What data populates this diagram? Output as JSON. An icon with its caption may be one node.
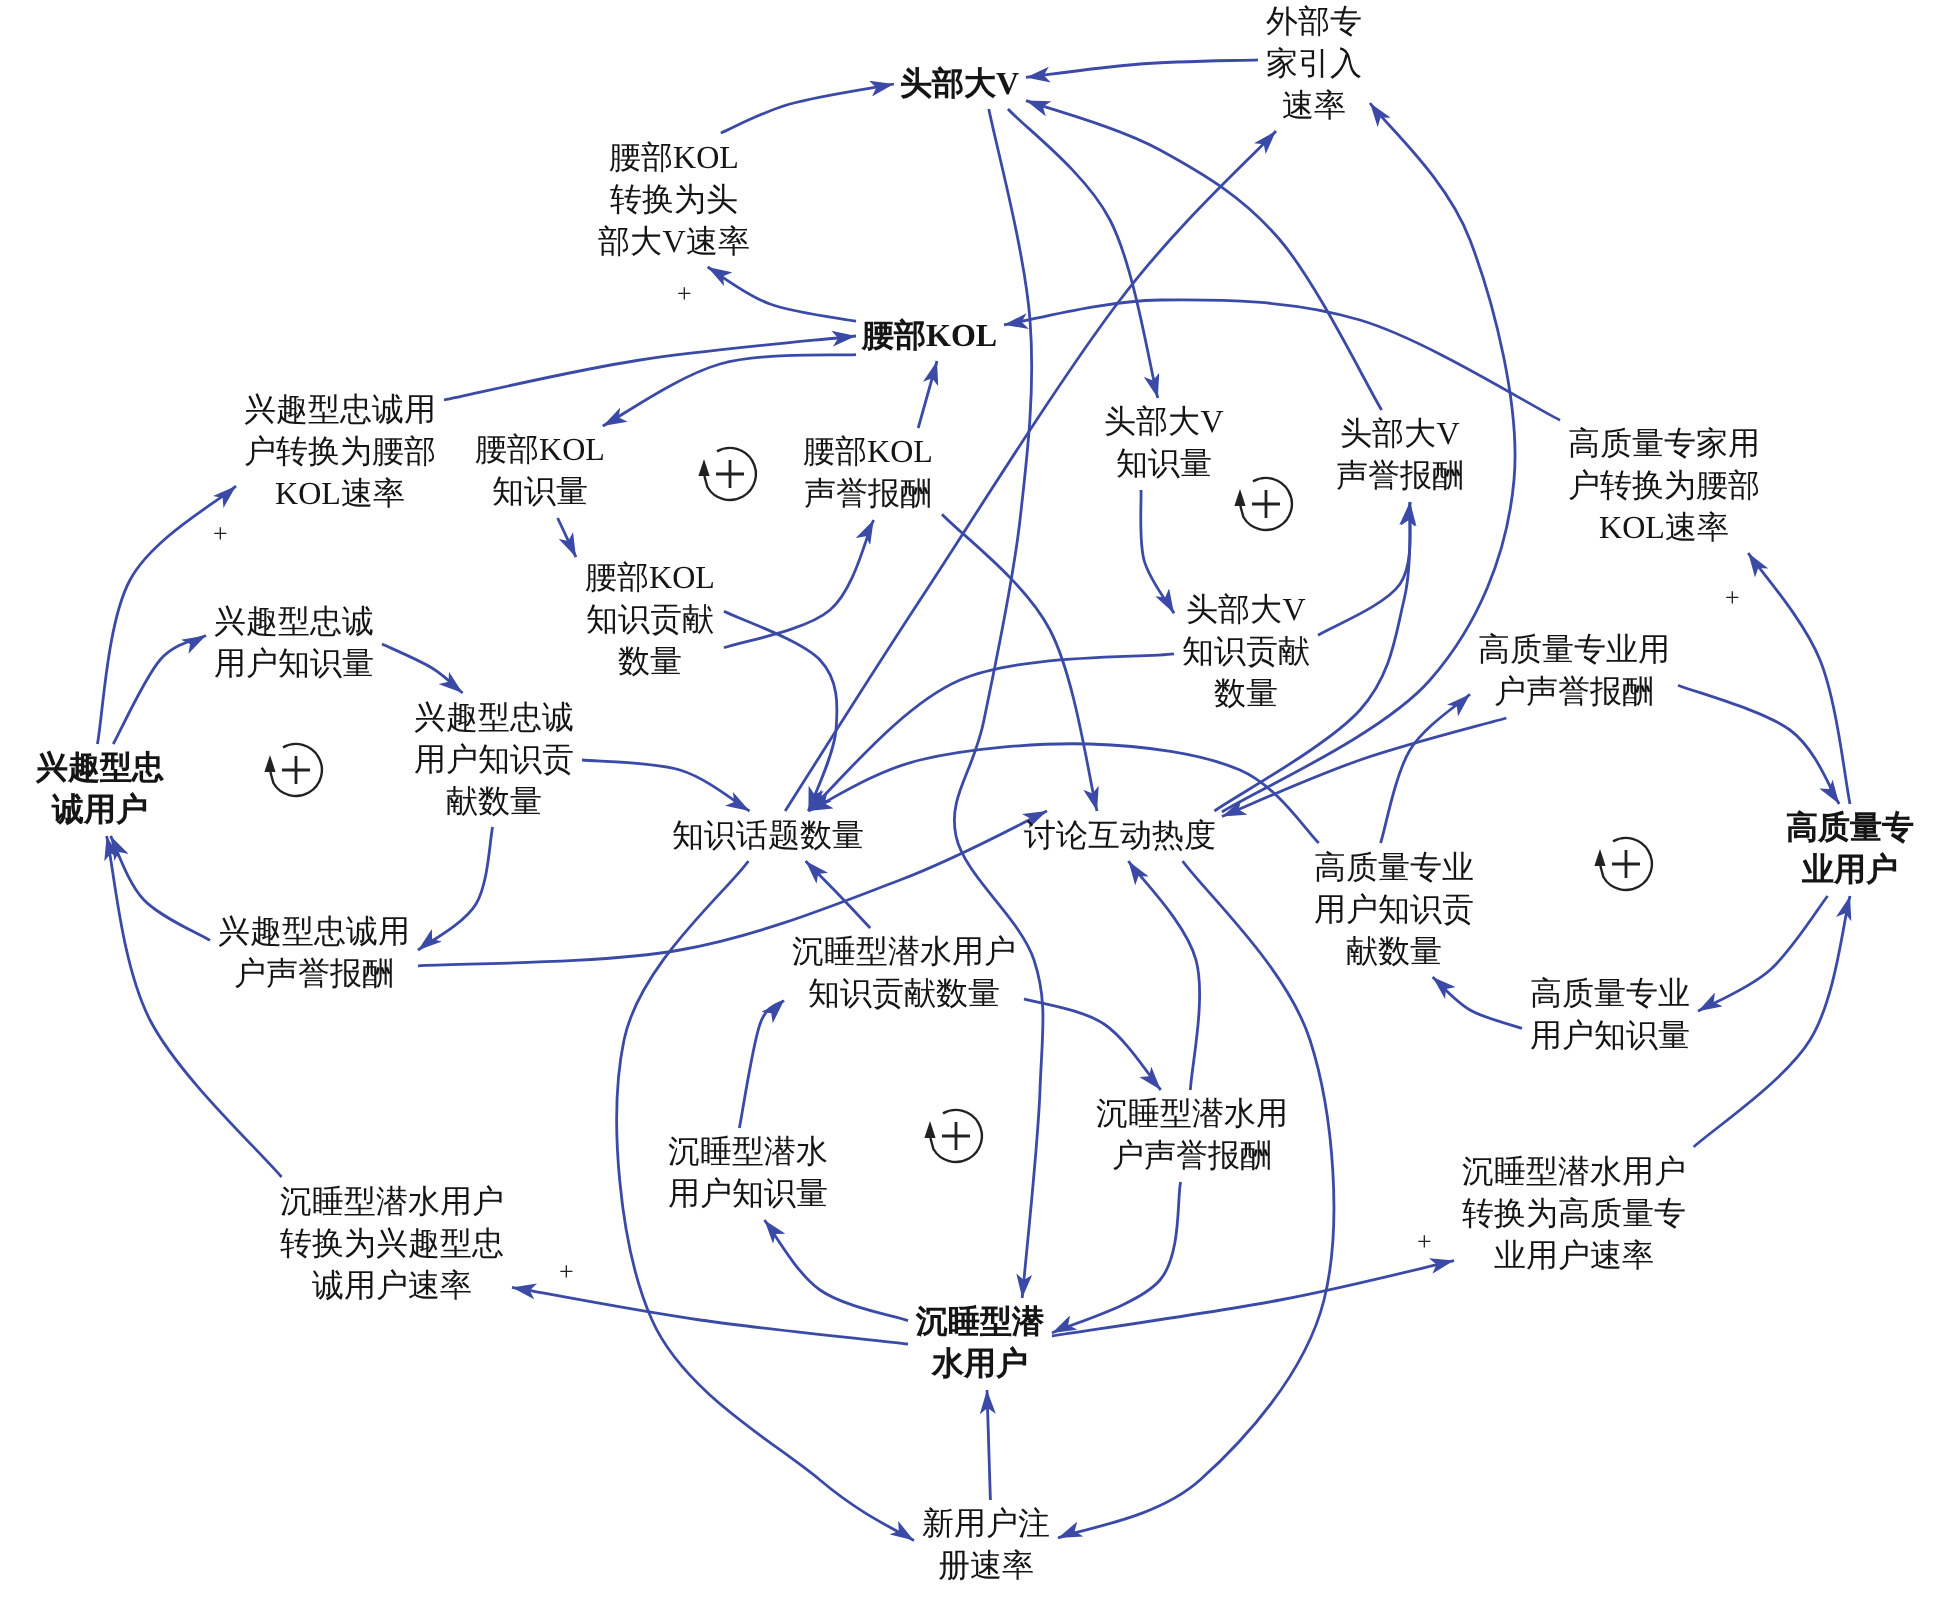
{
  "diagram": {
    "nodes": [
      {
        "text": [
          "头部大V"
        ]
      },
      {
        "text": [
          "外部专家引入速率"
        ]
      },
      {
        "text": [
          "腰部KOL转换为头部大V速率"
        ]
      },
      {
        "text": [
          "腰部KOL"
        ]
      },
      {
        "text": [
          "兴趣型忠诚用户转换为腰部KOL速率"
        ]
      },
      {
        "text": [
          "腰部KOL知识量"
        ]
      },
      {
        "text": [
          "腰部KOL声誉报酬"
        ]
      },
      {
        "text": [
          "头部大V知识量"
        ]
      },
      {
        "text": [
          "头部大V声誉报酬"
        ]
      },
      {
        "text": [
          "高质量专家用户转换为腰部KOL速率"
        ]
      },
      {
        "text": [
          "腰部KOL知识贡献数量"
        ]
      },
      {
        "text": [
          "兴趣型忠诚用户知识量"
        ]
      },
      {
        "text": [
          "头部大V知识贡献数量"
        ]
      },
      {
        "text": [
          "高质量专业用户声誉报酬"
        ]
      },
      {
        "text": [
          "兴趣型忠诚用户"
        ]
      },
      {
        "text": [
          "兴趣型忠诚用户知识贡献数量"
        ]
      },
      {
        "text": [
          "知识话题数量"
        ]
      },
      {
        "text": [
          "讨论互动热度"
        ]
      },
      {
        "text": [
          "高质量专业用户"
        ]
      },
      {
        "text": [
          "高质量专业用户知识贡献数量"
        ]
      },
      {
        "text": [
          "兴趣型忠诚用户声誉报酬"
        ]
      },
      {
        "text": [
          "沉睡型潜水用户知识贡献数量"
        ]
      },
      {
        "text": [
          "高质量专业用户知识量"
        ]
      },
      {
        "text": [
          "沉睡型潜水用户知识量"
        ]
      },
      {
        "text": [
          "沉睡型潜水用户声誉报酬"
        ]
      },
      {
        "text": [
          "沉睡型潜水用户转换为兴趣型忠诚用户速率"
        ]
      },
      {
        "text": [
          "沉睡型潜水用户转换为高质量专业用户速率"
        ]
      },
      {
        "text": [
          "沉睡型潜水用户"
        ]
      },
      {
        "text": [
          "新用户注册速率"
        ]
      }
    ],
    "edges": [
      {
        "from": 2,
        "to": 0,
        "arrow": "to"
      },
      {
        "from": 3,
        "to": 2,
        "arrow": "to",
        "label": "+"
      },
      {
        "from": 4,
        "to": 3,
        "arrow": "to"
      },
      {
        "from": 3,
        "to": 5,
        "arrow": "to"
      },
      {
        "from": 5,
        "to": 10,
        "arrow": "to"
      },
      {
        "from": 10,
        "to": 6,
        "arrow": "to"
      },
      {
        "from": 6,
        "to": 3,
        "arrow": "to"
      },
      {
        "from": 10,
        "to": 16,
        "arrow": "to"
      },
      {
        "from": 6,
        "to": 17,
        "arrow": "to"
      },
      {
        "from": 1,
        "to": 0,
        "arrow": "to"
      },
      {
        "from": 8,
        "to": 0,
        "arrow": "to"
      },
      {
        "from": 0,
        "to": 7,
        "arrow": "to"
      },
      {
        "from": 7,
        "to": 12,
        "arrow": "to"
      },
      {
        "from": 12,
        "to": 8,
        "arrow": "to"
      },
      {
        "from": 12,
        "to": 16,
        "arrow": "to"
      },
      {
        "from": 17,
        "to": 8,
        "arrow": "to"
      },
      {
        "from": 16,
        "to": 1,
        "arrow": "to"
      },
      {
        "from": 17,
        "to": 1,
        "arrow": "to"
      },
      {
        "from": 9,
        "to": 3,
        "arrow": "to"
      },
      {
        "from": 18,
        "to": 9,
        "arrow": "to",
        "label": "+"
      },
      {
        "from": 13,
        "to": 18,
        "arrow": "to"
      },
      {
        "from": 13,
        "to": 17,
        "arrow": "to"
      },
      {
        "from": 19,
        "to": 13,
        "arrow": "to"
      },
      {
        "from": 19,
        "to": 16,
        "arrow": "to"
      },
      {
        "from": 18,
        "to": 22,
        "arrow": "to"
      },
      {
        "from": 22,
        "to": 19,
        "arrow": "to"
      },
      {
        "from": 26,
        "to": 18,
        "arrow": "to"
      },
      {
        "from": 27,
        "to": 26,
        "arrow": "to",
        "label": "+"
      },
      {
        "from": 27,
        "to": 25,
        "arrow": "to",
        "label": "+"
      },
      {
        "from": 25,
        "to": 14,
        "arrow": "to"
      },
      {
        "from": 20,
        "to": 14,
        "arrow": "to"
      },
      {
        "from": 14,
        "to": 4,
        "arrow": "to",
        "label": "+"
      },
      {
        "from": 14,
        "to": 11,
        "arrow": "to"
      },
      {
        "from": 11,
        "to": 15,
        "arrow": "to"
      },
      {
        "from": 15,
        "to": 16,
        "arrow": "to"
      },
      {
        "from": 15,
        "to": 20,
        "arrow": "to"
      },
      {
        "from": 20,
        "to": 17,
        "arrow": "to"
      },
      {
        "from": 27,
        "to": 23,
        "arrow": "to"
      },
      {
        "from": 23,
        "to": 21,
        "arrow": "to"
      },
      {
        "from": 21,
        "to": 16,
        "arrow": "to"
      },
      {
        "from": 21,
        "to": 24,
        "arrow": "to"
      },
      {
        "from": 24,
        "to": 17,
        "arrow": "to"
      },
      {
        "from": 24,
        "to": 27,
        "arrow": "to"
      },
      {
        "from": 28,
        "to": 27,
        "arrow": "to"
      },
      {
        "from": 16,
        "to": 28,
        "arrow": "to"
      },
      {
        "from": 17,
        "to": 28,
        "arrow": "to"
      },
      {
        "from": 0,
        "to": 27,
        "arrow": "to"
      }
    ]
  }
}
